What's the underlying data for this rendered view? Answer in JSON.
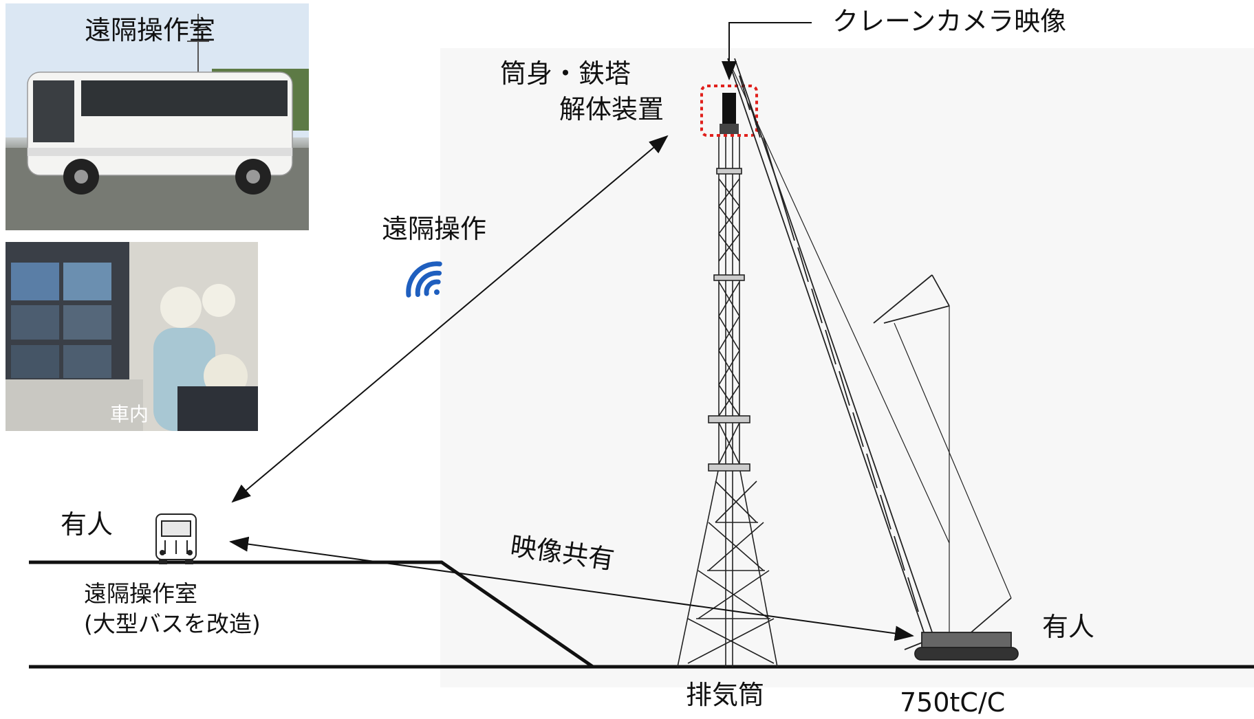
{
  "photos": {
    "bus_title": "遠隔操作室",
    "interior_caption": "車内"
  },
  "labels": {
    "crane_camera": "クレーンカメラ映像",
    "dismantle_device_line1": "筒身・鉄塔",
    "dismantle_device_line2": "解体装置",
    "remote_operation": "遠隔操作",
    "video_sharing": "映像共有",
    "manned_left": "有人",
    "manned_right": "有人",
    "remote_room": "遠隔操作室",
    "remote_room_note": "(大型バスを改造)",
    "chimney": "排気筒",
    "crane": "750tC/C"
  },
  "icons": {
    "wireless": "wifi-signal-icon",
    "bus": "bus-icon"
  },
  "colors": {
    "wireless_blue": "#1f5fbf",
    "highlight_red": "#e0201c",
    "line": "#111111"
  }
}
